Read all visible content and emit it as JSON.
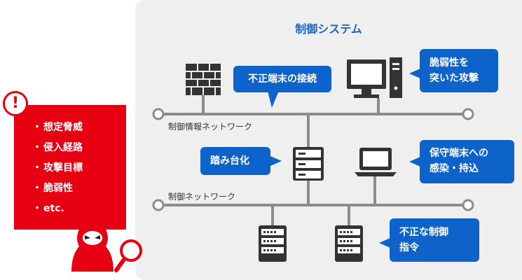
{
  "panel": {
    "title": "制御システム"
  },
  "networks": {
    "info": "制御情報ネットワーク",
    "control": "制御ネットワーク"
  },
  "callouts": {
    "unauthorized_connection": "不正端末の接続",
    "vulnerability_attack": [
      "脆弱性を",
      "突いた攻撃"
    ],
    "stepping_stone": "踏み台化",
    "maintenance_terminal": [
      "保守端末への",
      "感染・持込"
    ],
    "unauthorized_command": [
      "不正な制御",
      "指令"
    ]
  },
  "threats": {
    "items": [
      "想定脅威",
      "侵入経路",
      "攻撃目標",
      "脆弱性",
      "etc."
    ]
  },
  "colors": {
    "panel_bg": "#efefef",
    "callout_blue": "#0d63c9",
    "title_blue": "#1b64c4",
    "threat_red": "#e60012",
    "icon_dark": "#333333",
    "line_gray": "#8c8c8c"
  }
}
